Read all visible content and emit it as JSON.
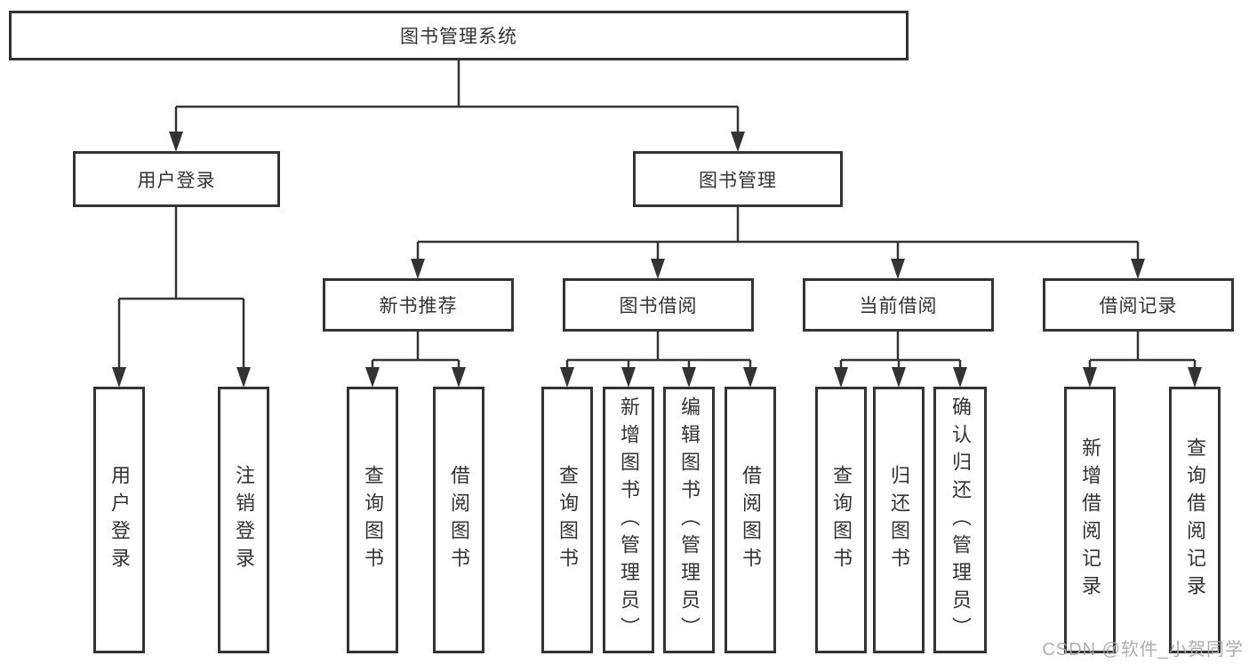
{
  "diagram_title": "图书管理系统",
  "tree": {
    "root": {
      "label": "图书管理系统"
    },
    "branches": [
      {
        "label": "用户登录",
        "children": [
          {
            "label": "用户登录"
          },
          {
            "label": "注销登录"
          }
        ]
      },
      {
        "label": "图书管理",
        "children": [
          {
            "label": "新书推荐",
            "children": [
              {
                "label": "查询图书"
              },
              {
                "label": "借阅图书"
              }
            ]
          },
          {
            "label": "图书借阅",
            "children": [
              {
                "label": "查询图书"
              },
              {
                "label": "新增图书（管理员）"
              },
              {
                "label": "编辑图书（管理员）"
              },
              {
                "label": "借阅图书"
              }
            ]
          },
          {
            "label": "当前借阅",
            "children": [
              {
                "label": "查询图书"
              },
              {
                "label": "归还图书"
              },
              {
                "label": "确认归还（管理员）"
              }
            ]
          },
          {
            "label": "借阅记录",
            "children": [
              {
                "label": "新增借阅记录"
              },
              {
                "label": "查询借阅记录"
              }
            ]
          }
        ]
      }
    ]
  },
  "watermark": "CSDN @软件_小贺同学",
  "colors": {
    "line": "#333333",
    "text": "#333333",
    "node_background": "#ffffff",
    "watermark": "#a5a5a5"
  }
}
